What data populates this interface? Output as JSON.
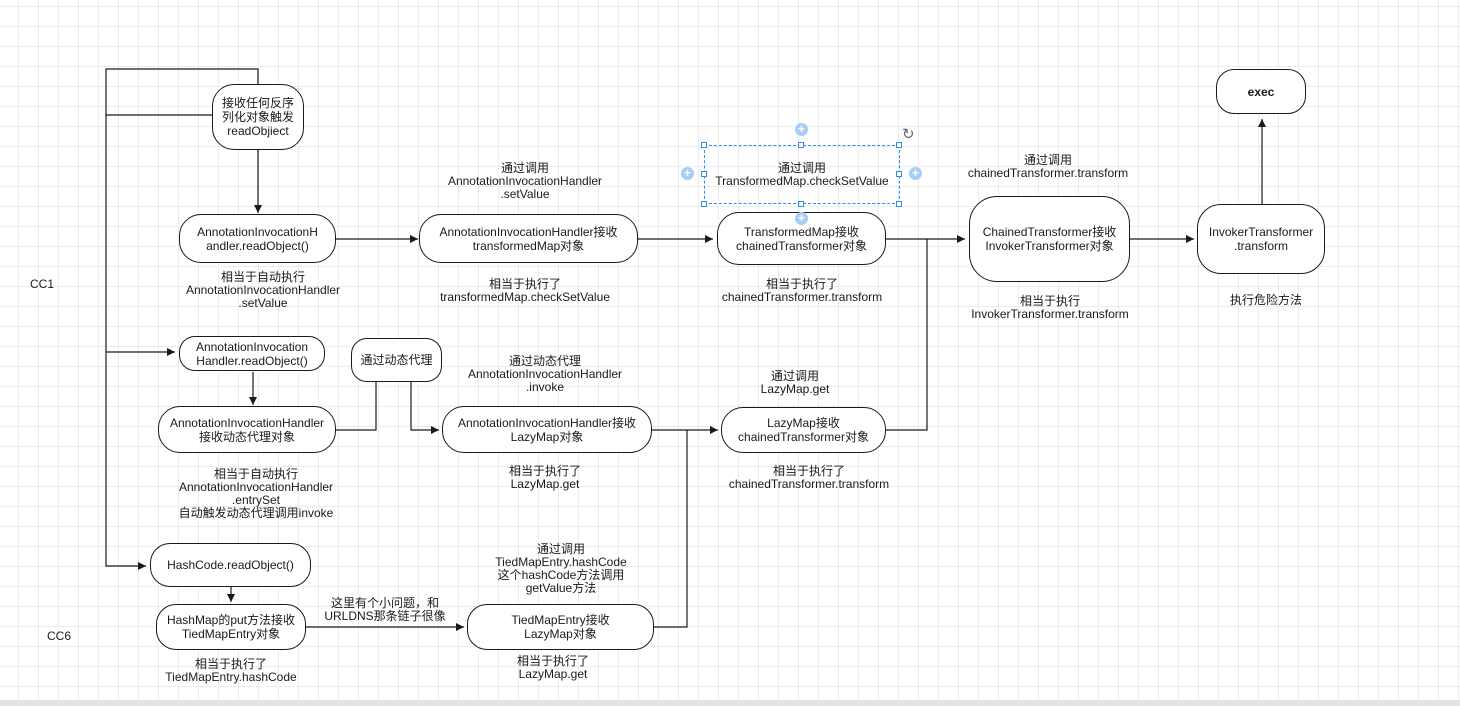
{
  "side_labels": {
    "cc1": "CC1",
    "cc6": "CC6"
  },
  "nodes": {
    "readobj": "接收任何反序\n列化对象触发\nreadObjiect",
    "aih_read1": "AnnotationInvocationH\nandler.readObject()",
    "aih_recv_tm": "AnnotationInvocationHandler接收\ntransformedMap对象",
    "tm_recv_ct": "TransformedMap接收\nchainedTransformer对象",
    "ct_recv_it": "ChainedTransformer接收\nInvokerTransformer对象",
    "it_transform": "InvokerTransformer\n.transform",
    "exec": "exec",
    "aih_read2": "AnnotationInvocation\nHandler.readObject()",
    "proxy": "通过动态代理",
    "aih_recv_proxy": "AnnotationInvocationHandler\n接收动态代理对象",
    "aih_recv_lm": "AnnotationInvocationHandler接收\nLazyMap对象",
    "lm_recv_ct": "LazyMap接收\nchainedTransformer对象",
    "hashcode_read": "HashCode.readObject()",
    "hashmap_put": "HashMap的put方法接收\nTiedMapEntry对象",
    "tme_recv_lm": "TiedMapEntry接收\nLazyMap对象"
  },
  "labels": {
    "call_setvalue": "通过调用\nAnnotationInvocationHandler\n.setValue",
    "call_checksetvalue": "通过调用\nTransformedMap.checkSetValue",
    "call_ct_transform": "通过调用\nchainedTransformer.transform",
    "auto_setvalue": "相当于自动执行\nAnnotationInvocationHandler\n.setValue",
    "exec_checksetvalue": "相当于执行了\ntransformedMap.checkSetValue",
    "exec_ct_transform1": "相当于执行了\nchainedTransformer.transform",
    "exec_it_transform": "相当于执行\nInvokerTransformer.transform",
    "danger": "执行危险方法",
    "proxy_invoke": "通过动态代理\nAnnotationInvocationHandler\n.invoke",
    "call_lazymap_get": "通过调用\nLazyMap.get",
    "auto_entryset": "相当于自动执行\nAnnotationInvocationHandler\n.entrySet\n自动触发动态代理调用invoke",
    "exec_lazymap_get1": "相当于执行了\nLazyMap.get",
    "exec_ct_transform2": "相当于执行了\nchainedTransformer.transform",
    "call_hashcode": "通过调用\nTiedMapEntry.hashCode\n这个hashCode方法调用\ngetValue方法",
    "urldns_note": "这里有个小问题，和\nURLDNS那条链子很像",
    "exec_hashcode": "相当于执行了\nTiedMapEntry.hashCode",
    "exec_lazymap_get2": "相当于执行了\nLazyMap.get"
  },
  "colors": {
    "stroke": "#1a1a1a",
    "selection": "#2d8cf0",
    "grid": "#ececec"
  }
}
